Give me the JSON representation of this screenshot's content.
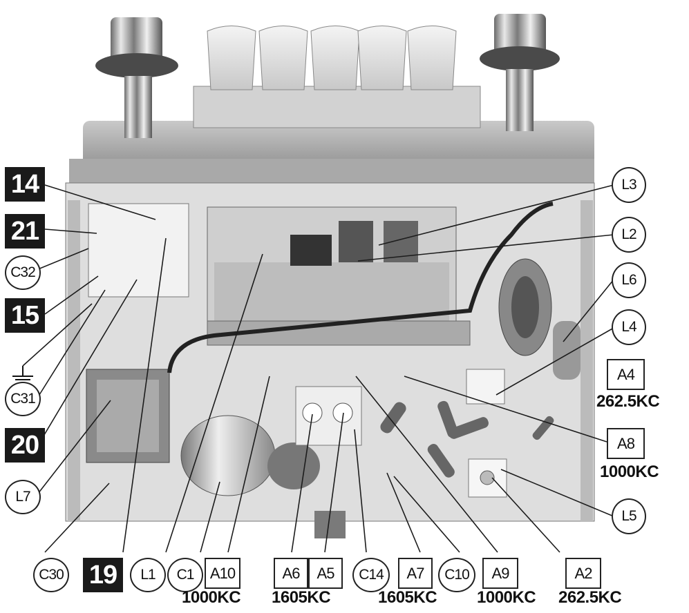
{
  "black_labels": {
    "l14": "14",
    "l21": "21",
    "l15": "15",
    "l20": "20",
    "l19": "19"
  },
  "circle_labels": {
    "C32": "C32",
    "C31": "C31",
    "L7": "L7",
    "C30": "C30",
    "L1": "L1",
    "C1": "C1",
    "C14": "C14",
    "C10": "C10",
    "L3": "L3",
    "L2": "L2",
    "L6": "L6",
    "L4": "L4",
    "L5": "L5"
  },
  "box_labels": {
    "A10": "A10",
    "A6": "A6",
    "A5": "A5",
    "A7": "A7",
    "A9": "A9",
    "A2": "A2",
    "A4": "A4",
    "A8": "A8"
  },
  "freq_labels": {
    "f_a10": "1000KC",
    "f_a6a5": "1605KC",
    "f_a7": "1605KC",
    "f_a9": "1000KC",
    "f_a2": "262.5KC",
    "f_a4": "262.5KC",
    "f_a8": "1000KC"
  },
  "colors": {
    "chassis_light": "#e4e4e4",
    "chassis_mid": "#bdbdbd",
    "chassis_dark": "#5a5a5a",
    "ink": "#1a1a1a"
  }
}
